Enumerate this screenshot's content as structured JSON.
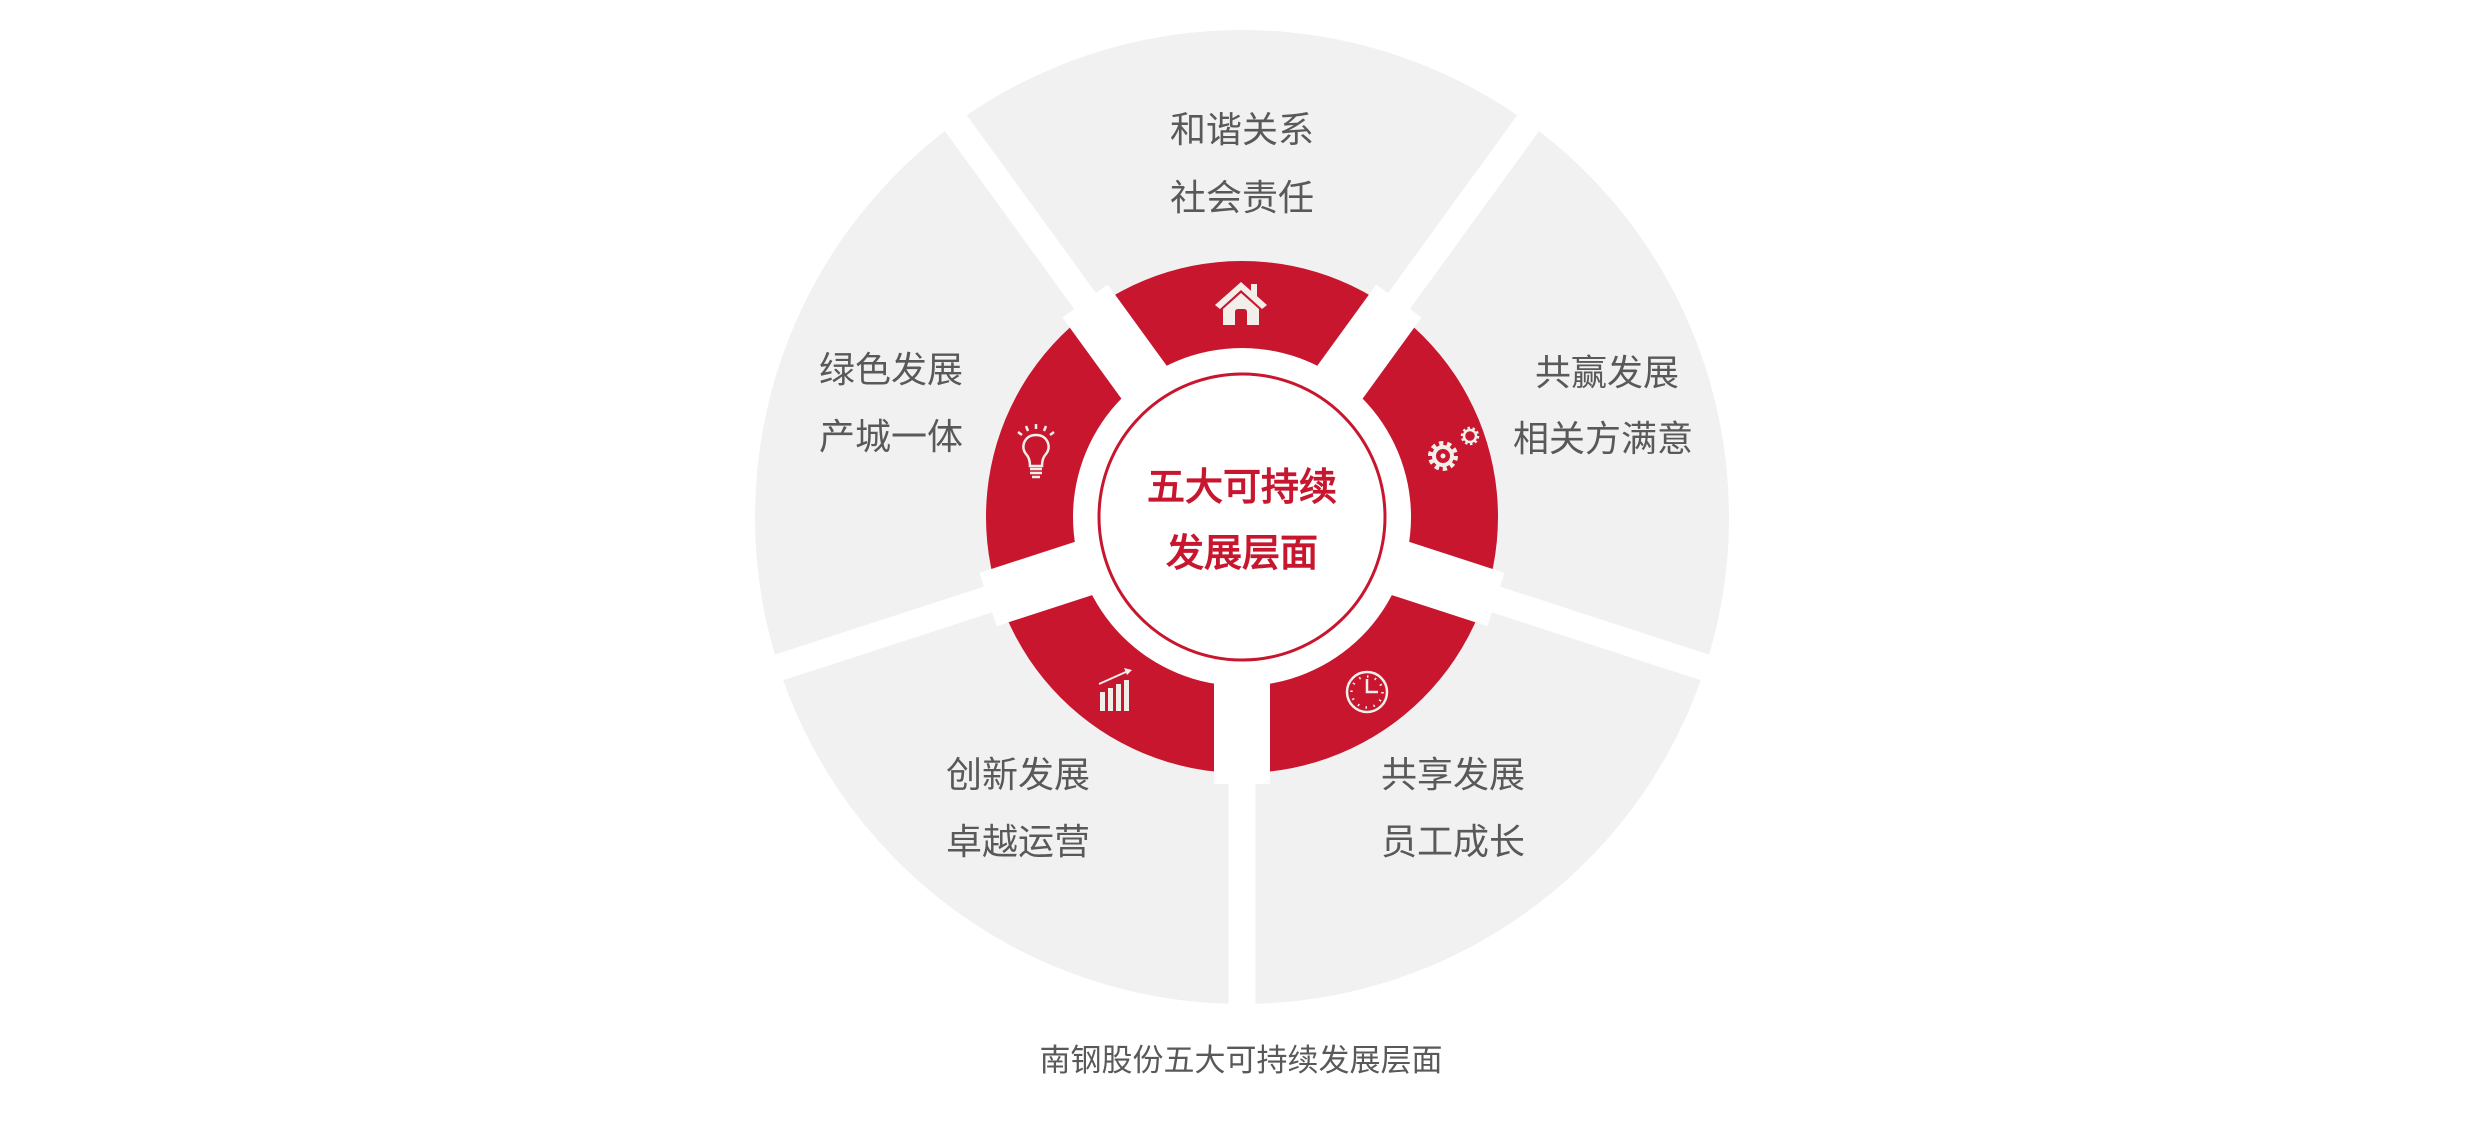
{
  "colors": {
    "accent_red": "#C8162F",
    "segment_gray": "#F1F1F1",
    "text_gray": "#595959",
    "icon_light": "#F2EEEA",
    "background": "#FFFFFF"
  },
  "center": {
    "line1": "五大可持续",
    "line2": "发展层面"
  },
  "segments": [
    {
      "id": "harmony",
      "icon": "house-icon",
      "line1": "和谐关系",
      "line2": "社会责任"
    },
    {
      "id": "win-win",
      "icon": "gears-icon",
      "line1": "共赢发展",
      "line2": "相关方满意"
    },
    {
      "id": "sharing",
      "icon": "clock-icon",
      "line1": "共享发展",
      "line2": "员工成长"
    },
    {
      "id": "innovation",
      "icon": "growth-chart-icon",
      "line1": "创新发展",
      "line2": "卓越运营"
    },
    {
      "id": "green",
      "icon": "lightbulb-icon",
      "line1": "绿色发展",
      "line2": "产城一体"
    }
  ],
  "caption": "南钢股份五大可持续发展层面"
}
